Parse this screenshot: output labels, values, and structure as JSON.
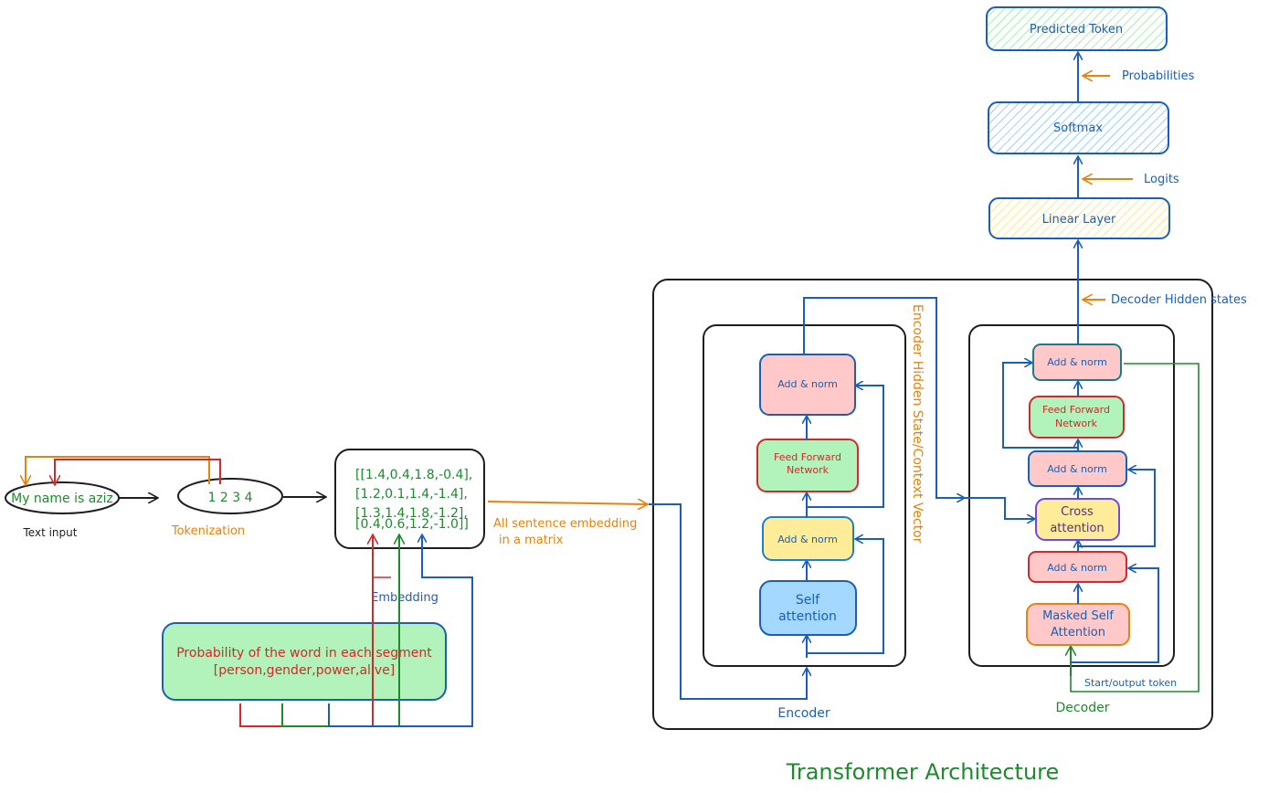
{
  "title": "Transformer Architecture",
  "input": {
    "sentence": "My name is aziz",
    "caption": "Text input",
    "tokens": "1 2 3 4",
    "tokens_caption": "Tokenization"
  },
  "embedding_matrix": {
    "rows": [
      "[[1.4,0.4,1.8,-0.4],",
      "[1.2,0.1,1.4,-1.4],",
      "[1.3,1.4,1.8,-1.2],",
      "[0.4,0.6,1.2,-1.0]]"
    ],
    "caption": "Embedding",
    "arrow_label_line1": "All sentence embedding",
    "arrow_label_line2": "in a matrix"
  },
  "probability_box": {
    "line1": "Probability of the word in each segment",
    "line2": "[person,gender,power,alive]"
  },
  "encoder": {
    "label": "Encoder",
    "self_attention_line1": "Self",
    "self_attention_line2": "attention",
    "add_norm_1": "Add & norm",
    "ffn_line1": "Feed Forward",
    "ffn_line2": "Network",
    "add_norm_2": "Add & norm",
    "hidden_state_label": "Encoder Hidden State/Context Vector"
  },
  "decoder": {
    "label": "Decoder",
    "masked_line1": "Masked Self",
    "masked_line2": "Attention",
    "add_norm_1": "Add & norm",
    "cross_line1": "Cross",
    "cross_line2": "attention",
    "add_norm_2": "Add & norm",
    "ffn_line1": "Feed Forward",
    "ffn_line2": "Network",
    "add_norm_3": "Add & norm",
    "start_token": "Start/output token"
  },
  "head": {
    "decoder_hidden_states": "Decoder Hidden states",
    "linear": "Linear Layer",
    "logits": "Logits",
    "softmax": "Softmax",
    "probabilities": "Probabilities",
    "predicted": "Predicted Token"
  },
  "colors": {
    "blue": "#1a5fb4",
    "green": "#1e8a2e",
    "orange": "#e8820c",
    "red": "#d62828",
    "pink_fill": "#ffc9c9",
    "green_fill": "#b2f2bb",
    "yellow_fill": "#ffec99",
    "blue_fill": "#a5d8ff"
  }
}
